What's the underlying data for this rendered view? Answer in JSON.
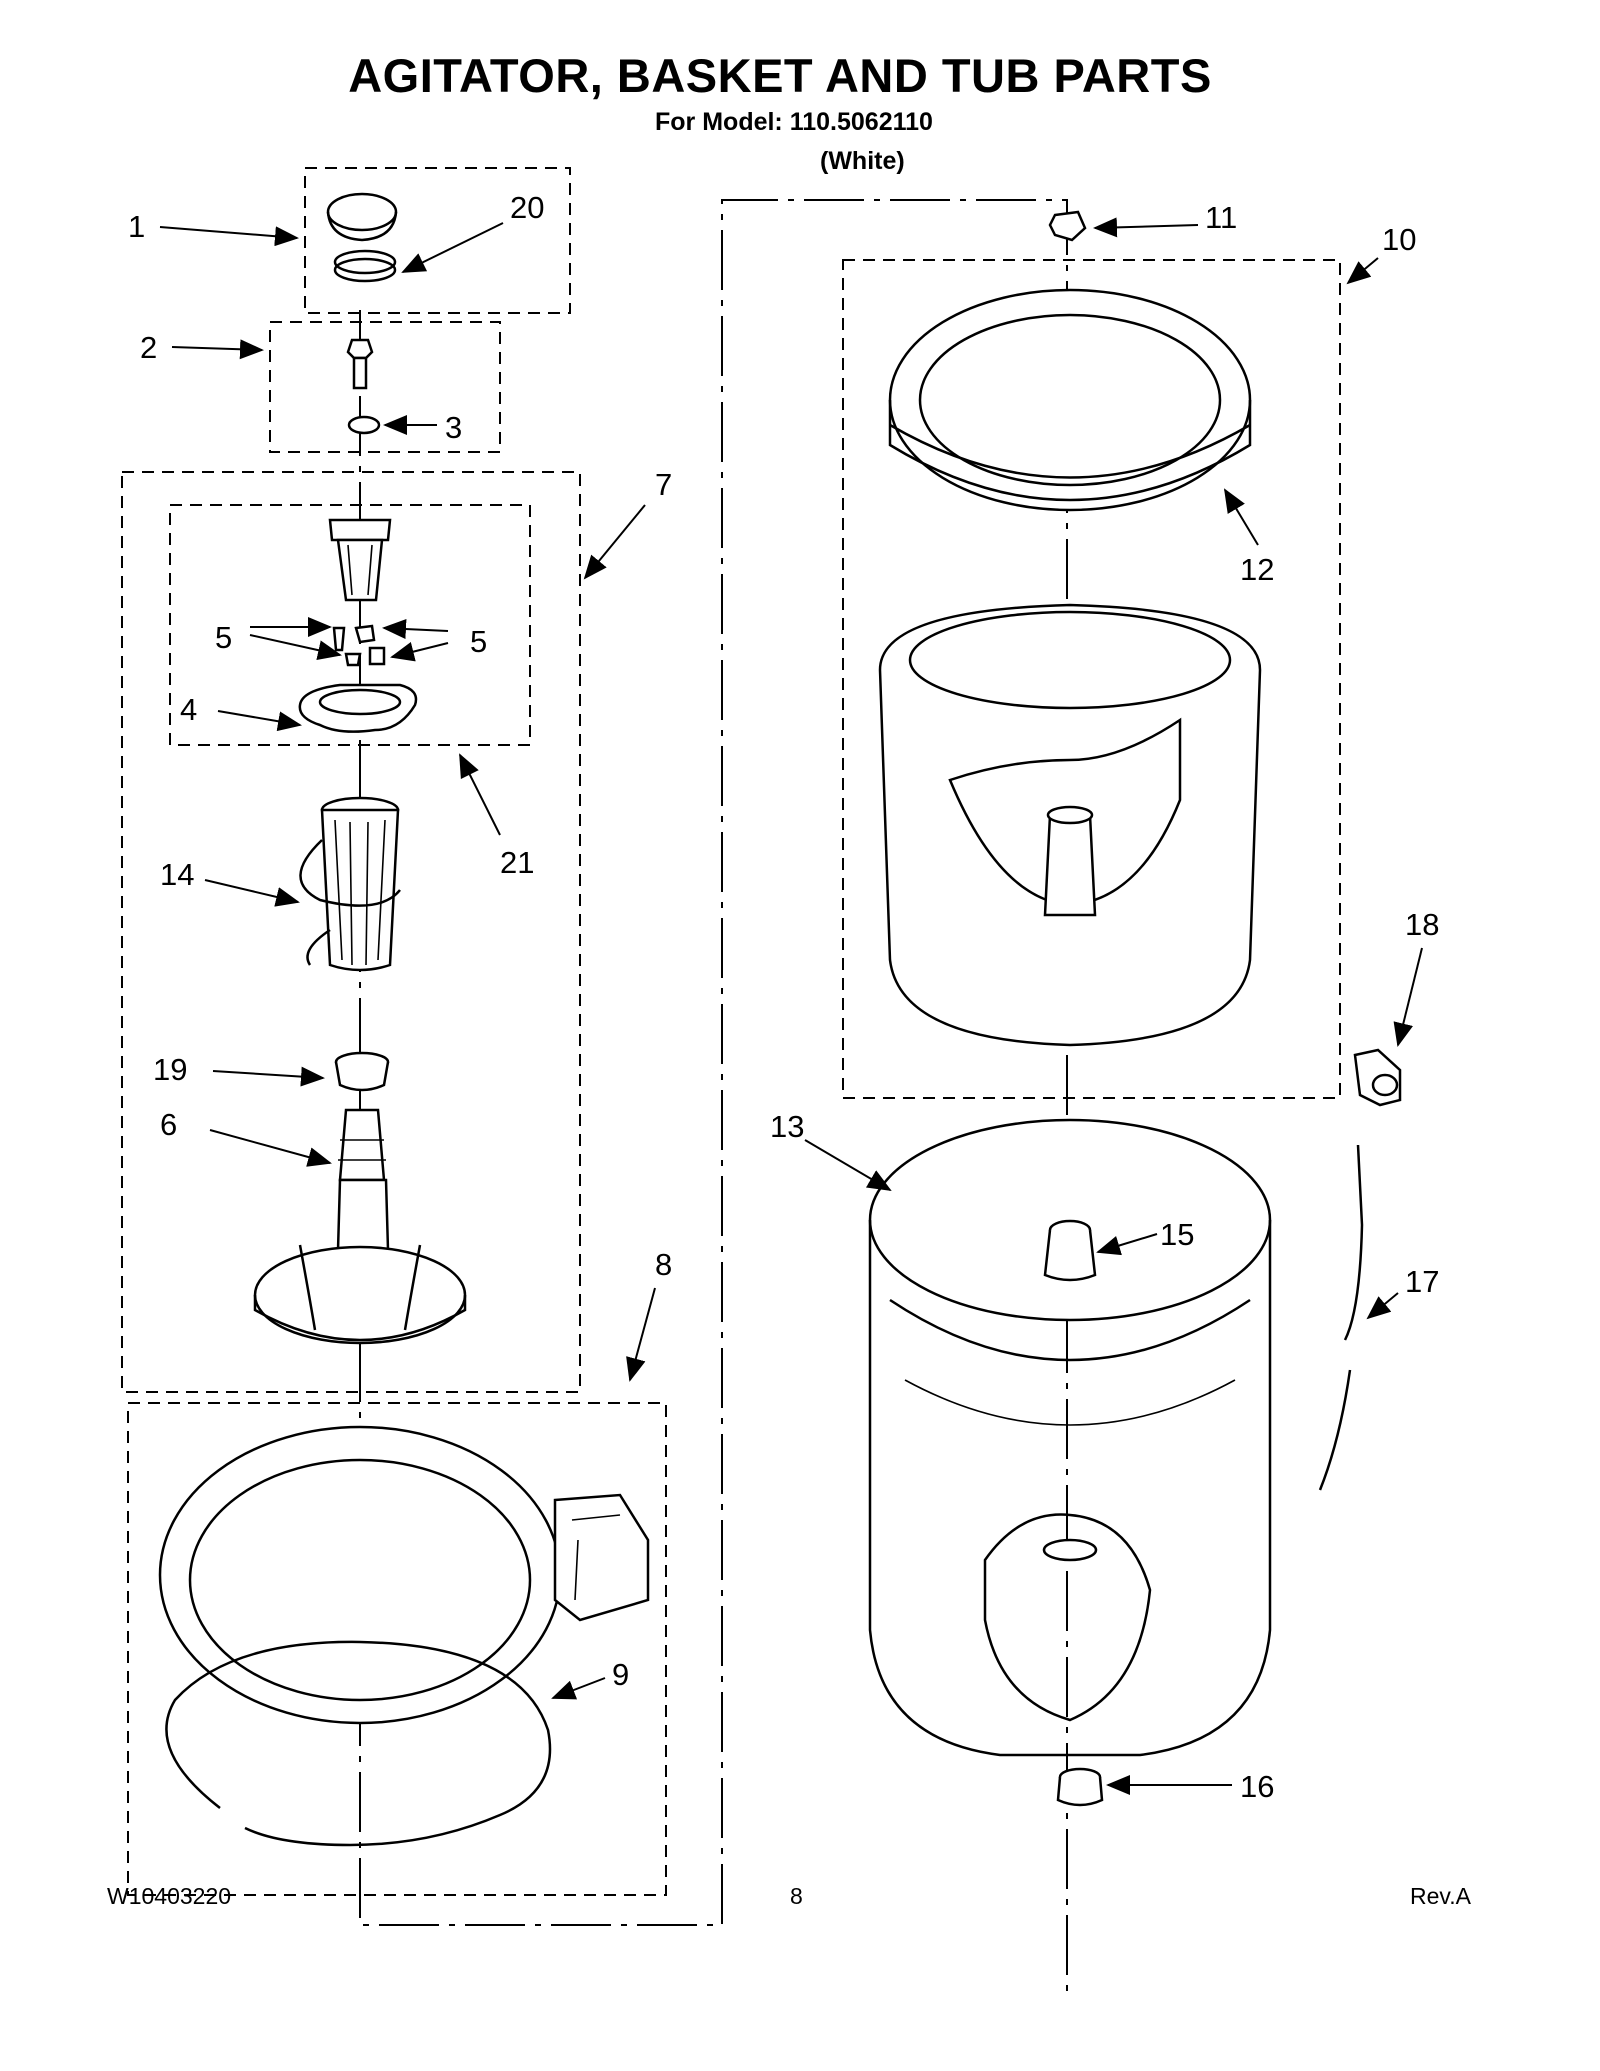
{
  "header": {
    "title": "AGITATOR, BASKET AND TUB PARTS",
    "model_line": "For Model: 110.5062110",
    "color_line": "(White)"
  },
  "callouts": {
    "c1": "1",
    "c2": "2",
    "c3": "3",
    "c4": "4",
    "c5a": "5",
    "c5b": "5",
    "c6": "6",
    "c7": "7",
    "c8": "8",
    "c9": "9",
    "c10": "10",
    "c11": "11",
    "c12": "12",
    "c13": "13",
    "c14": "14",
    "c15": "15",
    "c16": "16",
    "c17": "17",
    "c18": "18",
    "c19": "19",
    "c20": "20",
    "c21": "21"
  },
  "footer": {
    "doc_number": "W10403220",
    "page_number": "8",
    "revision": "Rev.A"
  }
}
